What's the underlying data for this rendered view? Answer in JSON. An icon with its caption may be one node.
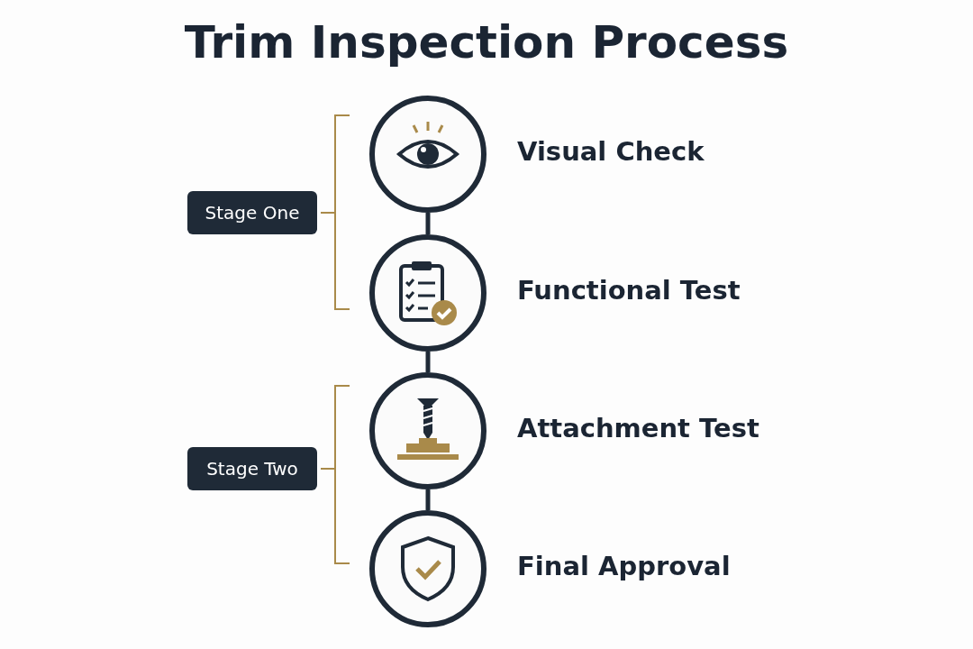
{
  "diagram": {
    "title": "Trim Inspection Process",
    "nodes": [
      {
        "text": [
          "Stage One"
        ]
      },
      {
        "text": [],
        "shape": "circle",
        "beside": [
          "Visual Check"
        ]
      },
      {
        "text": [],
        "shape": "circle",
        "beside": [
          "Functional Test"
        ]
      },
      {
        "text": [
          "Stage Two"
        ]
      },
      {
        "text": [],
        "shape": "circle",
        "beside": [
          "Attachment Test"
        ]
      },
      {
        "text": [],
        "shape": "circle",
        "beside": [
          "Final Approval"
        ]
      }
    ],
    "edges": [
      {
        "from": 1,
        "to": 2,
        "arrow": "none"
      },
      {
        "from": 2,
        "to": 4,
        "arrow": "none"
      },
      {
        "from": 4,
        "to": 5,
        "arrow": "none"
      }
    ]
  }
}
